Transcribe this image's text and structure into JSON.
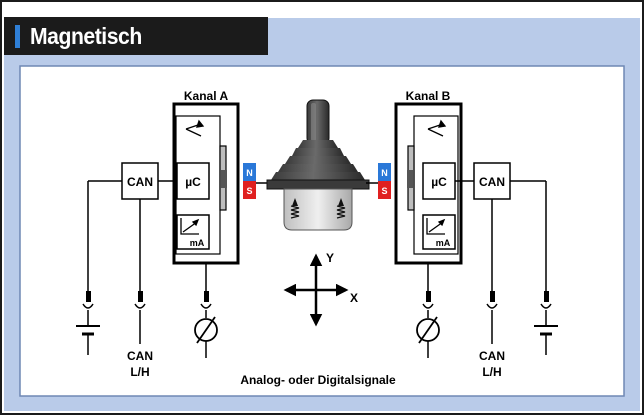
{
  "header": {
    "title": "Magnetisch"
  },
  "diagram": {
    "channel_a": {
      "label": "Kanal A",
      "uc": "µC",
      "ma": "mA"
    },
    "channel_b": {
      "label": "Kanal B",
      "uc": "µC",
      "ma": "mA"
    },
    "can_left": "CAN",
    "can_right": "CAN",
    "can_lh_left": [
      "CAN",
      "L/H"
    ],
    "can_lh_right": [
      "CAN",
      "L/H"
    ],
    "magnet_n": "N",
    "magnet_s": "S",
    "axis_y": "Y",
    "axis_x": "X",
    "caption": "Analog- oder Digitalsignale"
  },
  "colors": {
    "panel_bg": "#b9cbe9",
    "title_bg": "#1b1b1b",
    "accent": "#2f7fd6",
    "magnet_n": "#2a78d8",
    "magnet_s": "#e02020"
  }
}
